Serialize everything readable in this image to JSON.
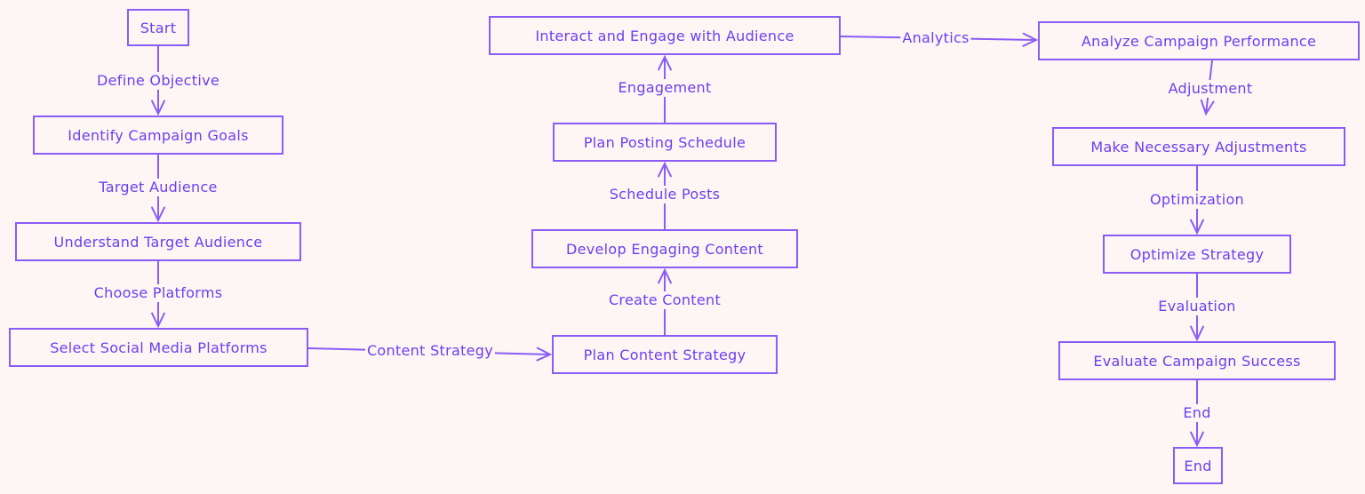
{
  "nodes": [
    {
      "id": "start",
      "label": "Start"
    },
    {
      "id": "goals",
      "label": "Identify Campaign Goals"
    },
    {
      "id": "audience",
      "label": "Understand Target Audience"
    },
    {
      "id": "platforms",
      "label": "Select Social Media Platforms"
    },
    {
      "id": "strategy",
      "label": "Plan Content Strategy"
    },
    {
      "id": "content",
      "label": "Develop Engaging Content"
    },
    {
      "id": "schedule",
      "label": "Plan Posting Schedule"
    },
    {
      "id": "interact",
      "label": "Interact and Engage with Audience"
    },
    {
      "id": "analyze",
      "label": "Analyze Campaign Performance"
    },
    {
      "id": "adjust",
      "label": "Make Necessary Adjustments"
    },
    {
      "id": "optimize",
      "label": "Optimize Strategy"
    },
    {
      "id": "evaluate",
      "label": "Evaluate Campaign Success"
    },
    {
      "id": "end",
      "label": "End"
    }
  ],
  "edges": [
    {
      "from": "start",
      "to": "goals",
      "label": "Define Objective"
    },
    {
      "from": "goals",
      "to": "audience",
      "label": "Target Audience"
    },
    {
      "from": "audience",
      "to": "platforms",
      "label": "Choose Platforms"
    },
    {
      "from": "platforms",
      "to": "strategy",
      "label": "Content Strategy"
    },
    {
      "from": "strategy",
      "to": "content",
      "label": "Create Content"
    },
    {
      "from": "content",
      "to": "schedule",
      "label": "Schedule Posts"
    },
    {
      "from": "schedule",
      "to": "interact",
      "label": "Engagement"
    },
    {
      "from": "interact",
      "to": "analyze",
      "label": "Analytics"
    },
    {
      "from": "analyze",
      "to": "adjust",
      "label": "Adjustment"
    },
    {
      "from": "adjust",
      "to": "optimize",
      "label": "Optimization"
    },
    {
      "from": "optimize",
      "to": "evaluate",
      "label": "Evaluation"
    },
    {
      "from": "evaluate",
      "to": "end",
      "label": "End"
    }
  ],
  "colors": {
    "stroke": "#8b5cf6",
    "text": "#6d3ff0",
    "background": "#fdf6f4"
  }
}
